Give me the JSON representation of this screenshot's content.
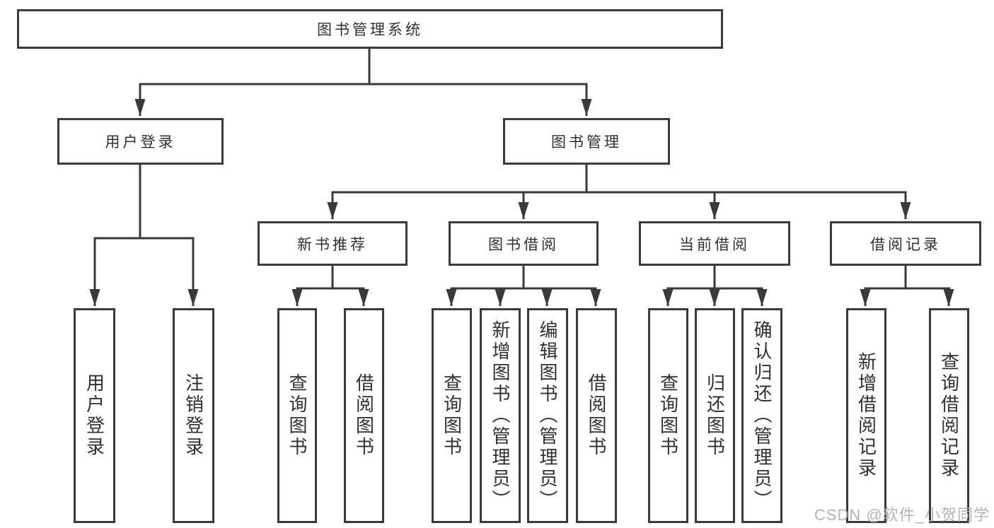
{
  "diagram": {
    "root": {
      "label": "图书管理系统"
    },
    "user_login": {
      "label": "用户登录",
      "children": [
        {
          "label": "用户登录"
        },
        {
          "label": "注销登录"
        }
      ]
    },
    "book_mgmt": {
      "label": "图书管理",
      "children": [
        {
          "label": "新书推荐",
          "children": [
            {
              "label": "查询图书"
            },
            {
              "label": "借阅图书"
            }
          ]
        },
        {
          "label": "图书借阅",
          "children": [
            {
              "label": "查询图书"
            },
            {
              "label": "新增图书（管理员）"
            },
            {
              "label": "编辑图书（管理员）"
            },
            {
              "label": "借阅图书"
            }
          ]
        },
        {
          "label": "当前借阅",
          "children": [
            {
              "label": "查询图书"
            },
            {
              "label": "归还图书"
            },
            {
              "label": "确认归还（管理员）"
            }
          ]
        },
        {
          "label": "借阅记录",
          "children": [
            {
              "label": "新增借阅记录"
            },
            {
              "label": "查询借阅记录"
            }
          ]
        }
      ]
    }
  },
  "colors": {
    "line": "#3a3a3a",
    "text": "#303030",
    "watermark": "#b4b4b4"
  },
  "watermark": "CSDN @软件_小贺同学"
}
